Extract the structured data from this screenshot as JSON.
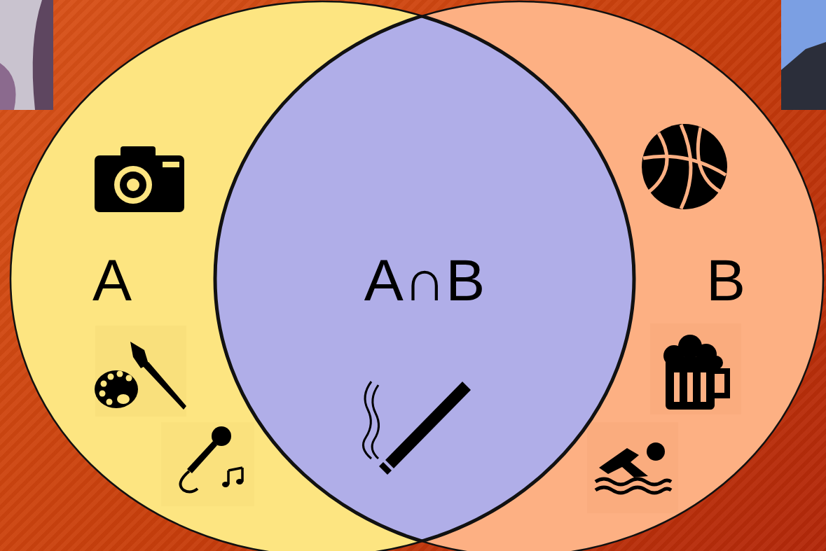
{
  "diagram": {
    "nodes": [
      {
        "text": [
          "A"
        ]
      },
      {
        "text": [
          "B"
        ]
      },
      {
        "text": [
          "A∩B"
        ]
      }
    ]
  }
}
